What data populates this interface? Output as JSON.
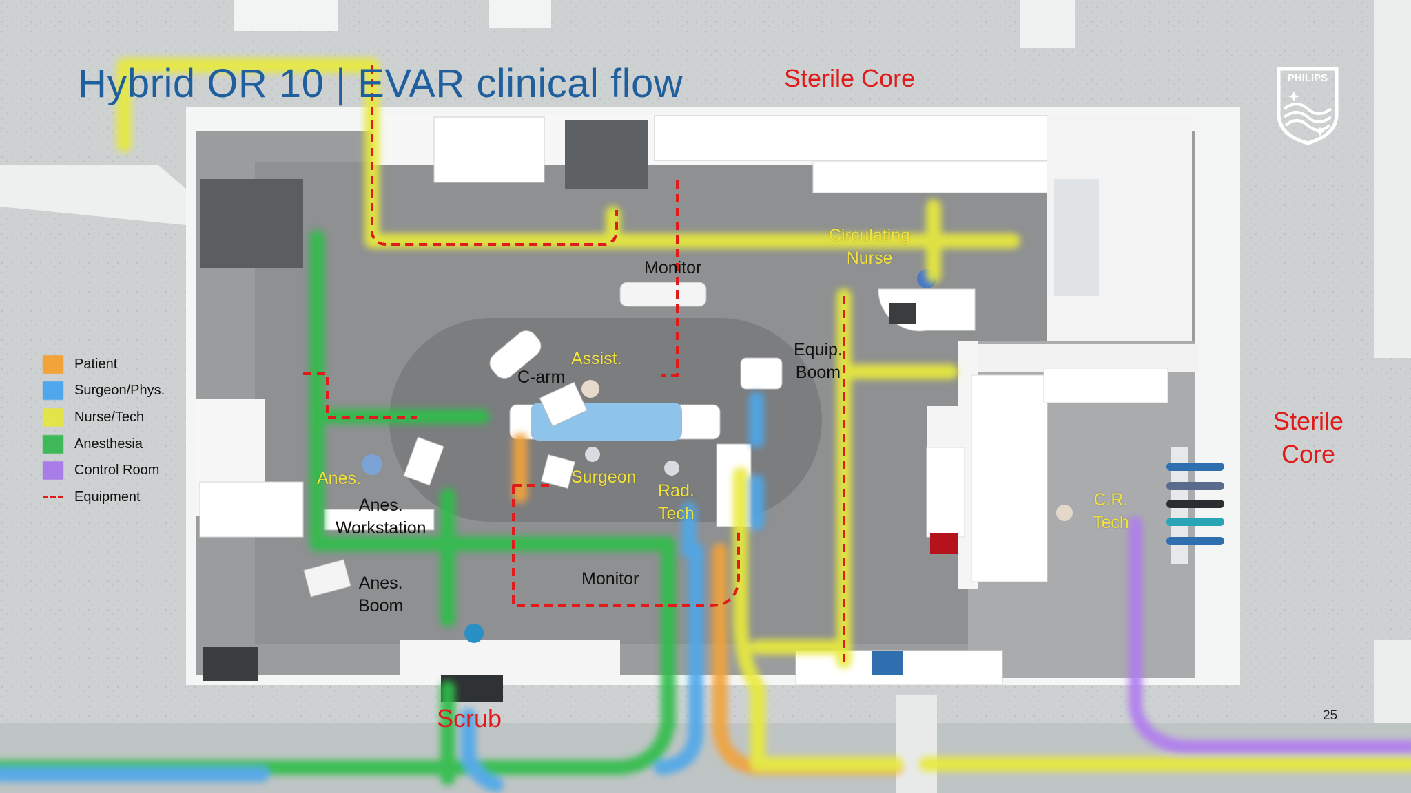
{
  "title": "Hybrid OR 10 | EVAR clinical flow",
  "zones": {
    "sterile_core_top": "Sterile Core",
    "sterile_core_right_line1": "Sterile",
    "sterile_core_right_line2": "Core",
    "scrub": "Scrub"
  },
  "labels": {
    "monitor_top": "Monitor",
    "circulating_nurse_line1": "Circulating",
    "circulating_nurse_line2": "Nurse",
    "equip_boom_line1": "Equip.",
    "equip_boom_line2": "Boom",
    "assist": "Assist.",
    "c_arm": "C-arm",
    "anes": "Anes.",
    "surgeon": "Surgeon",
    "rad_tech_line1": "Rad.",
    "rad_tech_line2": "Tech",
    "anes_workstation_line1": "Anes.",
    "anes_workstation_line2": "Workstation",
    "anes_boom_line1": "Anes.",
    "anes_boom_line2": "Boom",
    "monitor_bottom": "Monitor",
    "cr_tech_line1": "C.R.",
    "cr_tech_line2": "Tech"
  },
  "legend": [
    {
      "label": "Patient",
      "color": "#f2a33a",
      "style": "fill"
    },
    {
      "label": "Surgeon/Phys.",
      "color": "#4ea7ea",
      "style": "fill"
    },
    {
      "label": "Nurse/Tech",
      "color": "#e3e34a",
      "style": "fill"
    },
    {
      "label": "Anesthesia",
      "color": "#3fb85a",
      "style": "fill"
    },
    {
      "label": "Control Room",
      "color": "#a97de8",
      "style": "fill"
    },
    {
      "label": "Equipment",
      "color": "#e01b1b",
      "style": "dashed"
    }
  ],
  "colors": {
    "patient": "#f2a33a",
    "surgeon": "#4ea7ea",
    "nurse": "#e8ea3a",
    "anesthesia": "#2fbd4a",
    "control_room": "#b07cf0",
    "equipment": "#e01b1b",
    "title": "#1f5f9e",
    "zone_label": "#e01b1b"
  },
  "logo_text": "PHILIPS",
  "page_number": "25"
}
